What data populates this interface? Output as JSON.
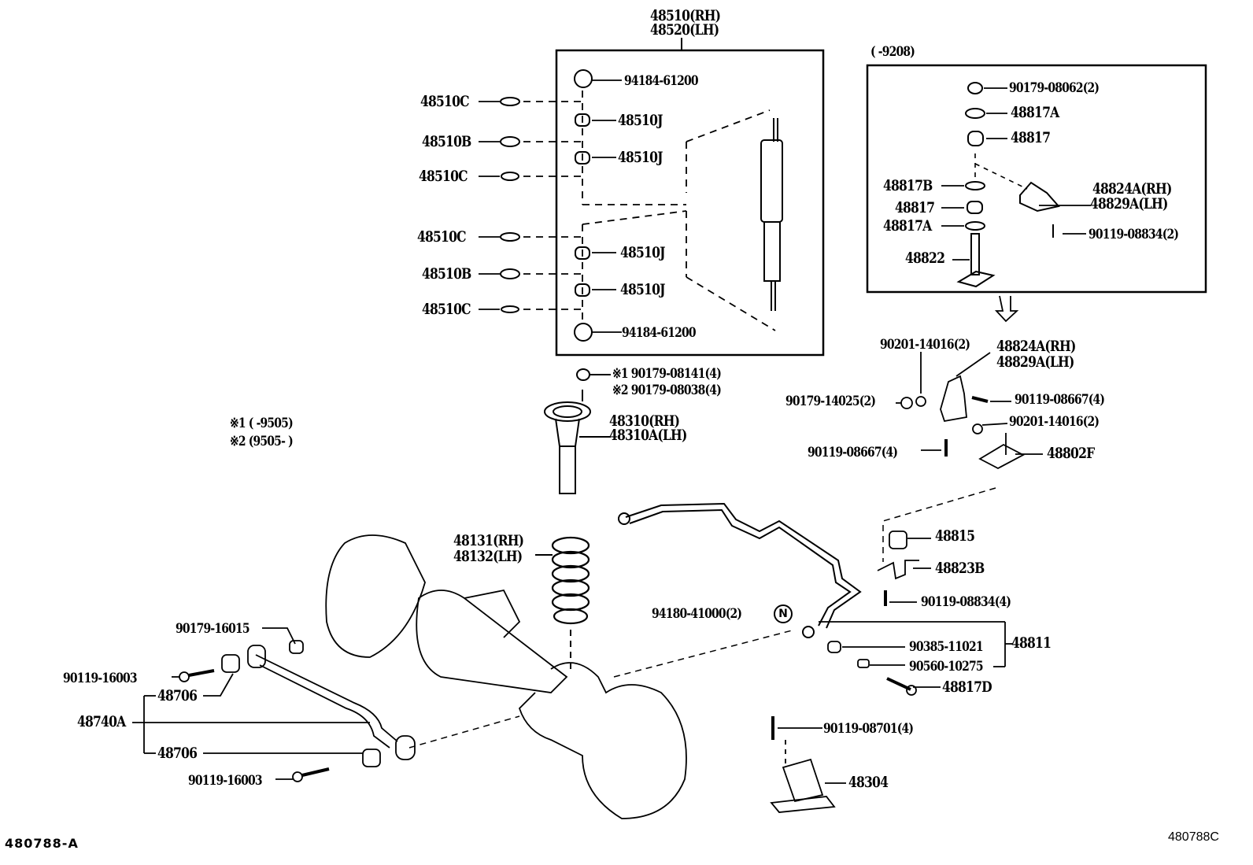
{
  "diagram": {
    "title": "Rear Suspension – Shock Absorber, Coil Spring, Stabilizer, Lateral Control Rod",
    "figure_id_left": "480788-A",
    "figure_id_right": "480788C",
    "notes": {
      "n1": "※1 (      -9505)",
      "n2": "※2 (9505-      )"
    },
    "shock_box": {
      "header_rh": "48510(RH)",
      "header_lh": "48520(LH)",
      "nut_top": "94184-61200",
      "nut_bottom": "94184-61200",
      "left_parts": [
        "48510C",
        "48510B",
        "48510C",
        "48510C",
        "48510B",
        "48510C"
      ],
      "right_parts": [
        "48510J",
        "48510J",
        "48510J",
        "48510J"
      ]
    },
    "bracket_box": {
      "range": "(      -9208)",
      "nut": "90179-08062(2)",
      "washer_top": "48817A",
      "cushion_top": "48817",
      "washer_b": "48817B",
      "cushion_lower": "48817",
      "washer_lower": "48817A",
      "stud": "48822",
      "bracket_rh": "48824A(RH)",
      "bracket_lh": "48829A(LH)",
      "bolt": "90119-08834(2)"
    },
    "upper_mount": {
      "nut1": "※1 90179-08141(4)",
      "nut2": "※2 90179-08038(4)",
      "bumper_rh": "48310(RH)",
      "bumper_lh": "48310A(LH)"
    },
    "spring": {
      "rh": "48131(RH)",
      "lh": "48132(LH)"
    },
    "stabilizer": {
      "clip_a": "90201-14016(2)",
      "bracket_rh": "48824A(RH)",
      "bracket_lh": "48829A(LH)",
      "nut": "90179-14025(2)",
      "bolt_a": "90119-08667(4)",
      "clip_b": "90201-14016(2)",
      "bolt_b": "90119-08667(4)",
      "link": "48802F",
      "bushing": "48815",
      "bar_bracket": "48823B",
      "bar_bolt": "90119-08834(4)",
      "nut_n": "94180-41000(2)",
      "bar": "48811",
      "bar_bush": "90385-11021",
      "bar_pin": "90560-10275",
      "bar_bolt_d": "48817D"
    },
    "bumper": {
      "bolt": "90119-08701(4)",
      "stopper": "48304"
    },
    "lateral_rod": {
      "nut": "90179-16015",
      "bolt_top": "90119-16003",
      "bush_top": "48706",
      "rod": "48740A",
      "bush_bottom": "48706",
      "bolt_bottom": "90119-16003"
    }
  }
}
